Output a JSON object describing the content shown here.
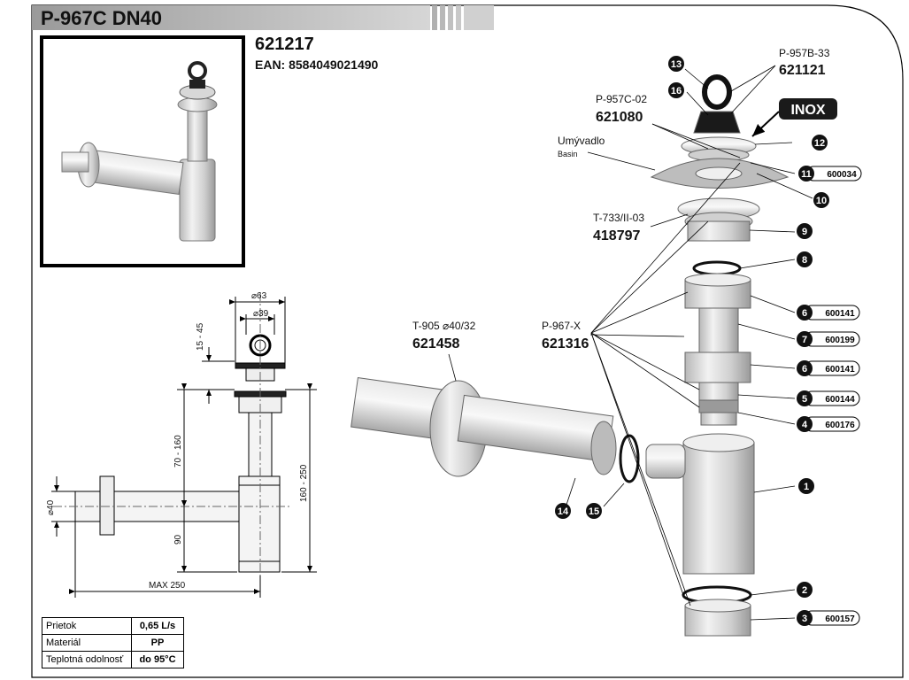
{
  "header": {
    "title": "P-967C DN40"
  },
  "product": {
    "code": "621217",
    "ean": "EAN: 8584049021490"
  },
  "dimensions": {
    "d63": "⌀63",
    "d39": "⌀39",
    "h15_45": "15 - 45",
    "h70_160": "70 - 160",
    "h160_250": "160 - 250",
    "h90": "90",
    "d40": "⌀40",
    "max250": "MAX 250"
  },
  "callouts": {
    "p957b33": "P-957B-33",
    "p957b33_code": "621121",
    "p957c02": "P-957C-02",
    "p957c02_code": "621080",
    "basin_cz": "Umývadlo",
    "basin_en": "Basin",
    "t733": "T-733/II-03",
    "t733_code": "418797",
    "t905": "T-905 ⌀40/32",
    "t905_code": "621458",
    "p967x": "P-967-X",
    "p967x_code": "621316",
    "inox": "INOX"
  },
  "parts": [
    {
      "num": "13",
      "code": ""
    },
    {
      "num": "16",
      "code": ""
    },
    {
      "num": "12",
      "code": ""
    },
    {
      "num": "11",
      "code": "600034"
    },
    {
      "num": "10",
      "code": ""
    },
    {
      "num": "9",
      "code": ""
    },
    {
      "num": "8",
      "code": ""
    },
    {
      "num": "6",
      "code": "600141"
    },
    {
      "num": "7",
      "code": "600199"
    },
    {
      "num": "6",
      "code": "600141"
    },
    {
      "num": "5",
      "code": "600144"
    },
    {
      "num": "4",
      "code": "600176"
    },
    {
      "num": "1",
      "code": ""
    },
    {
      "num": "2",
      "code": ""
    },
    {
      "num": "3",
      "code": "600157"
    },
    {
      "num": "14",
      "code": ""
    },
    {
      "num": "15",
      "code": ""
    }
  ],
  "spec_table": [
    {
      "label": "Prietok",
      "value": "0,65 L/s"
    },
    {
      "label": "Materiál",
      "value": "PP"
    },
    {
      "label": "Teplotná odolnosť",
      "value": "do 95°C"
    }
  ]
}
